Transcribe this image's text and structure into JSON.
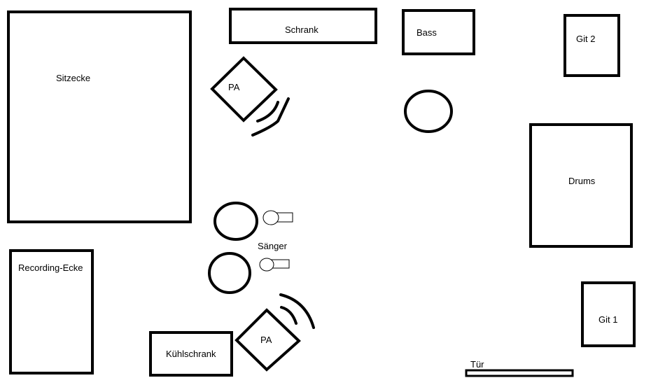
{
  "labels": {
    "sitzecke": "Sitzecke",
    "schrank": "Schrank",
    "bass": "Bass",
    "git2": "Git 2",
    "pa_top": "PA",
    "drums": "Drums",
    "saenger": "Sänger",
    "recording": "Recording-Ecke",
    "git1": "Git 1",
    "kuehlschrank": "Kühlschrank",
    "pa_bottom": "PA",
    "tuer": "Tür"
  }
}
